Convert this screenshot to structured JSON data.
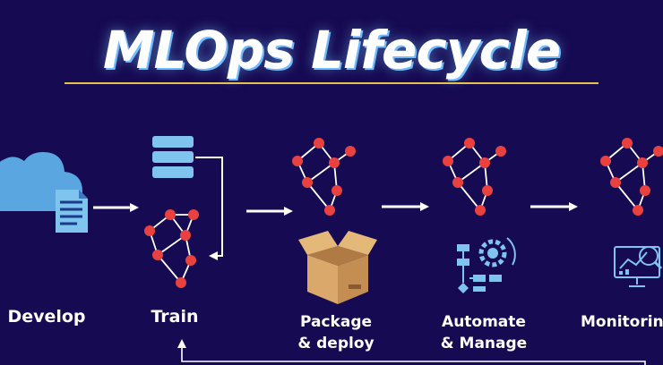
{
  "title": "MLOps Lifecycle",
  "stages": [
    {
      "id": "develop",
      "lines": [
        "Develop"
      ]
    },
    {
      "id": "train",
      "lines": [
        "Train"
      ]
    },
    {
      "id": "package",
      "lines": [
        "Package",
        "& deploy"
      ]
    },
    {
      "id": "automate",
      "lines": [
        "Automate",
        "& Manage"
      ]
    },
    {
      "id": "monitoring",
      "lines": [
        "Monitoring"
      ]
    }
  ],
  "icons": [
    "cloud-icon",
    "document-icon",
    "database-icon",
    "neural-network-icon",
    "box-icon",
    "workflow-gear-icon",
    "monitor-chart-icon"
  ],
  "colors": {
    "background": "#160a52",
    "node": "#e8413f",
    "edge": "#ffffff",
    "accent_blue": "#7fc4ef",
    "cardboard": "#d9a86a",
    "underline": "#e6c24a"
  }
}
